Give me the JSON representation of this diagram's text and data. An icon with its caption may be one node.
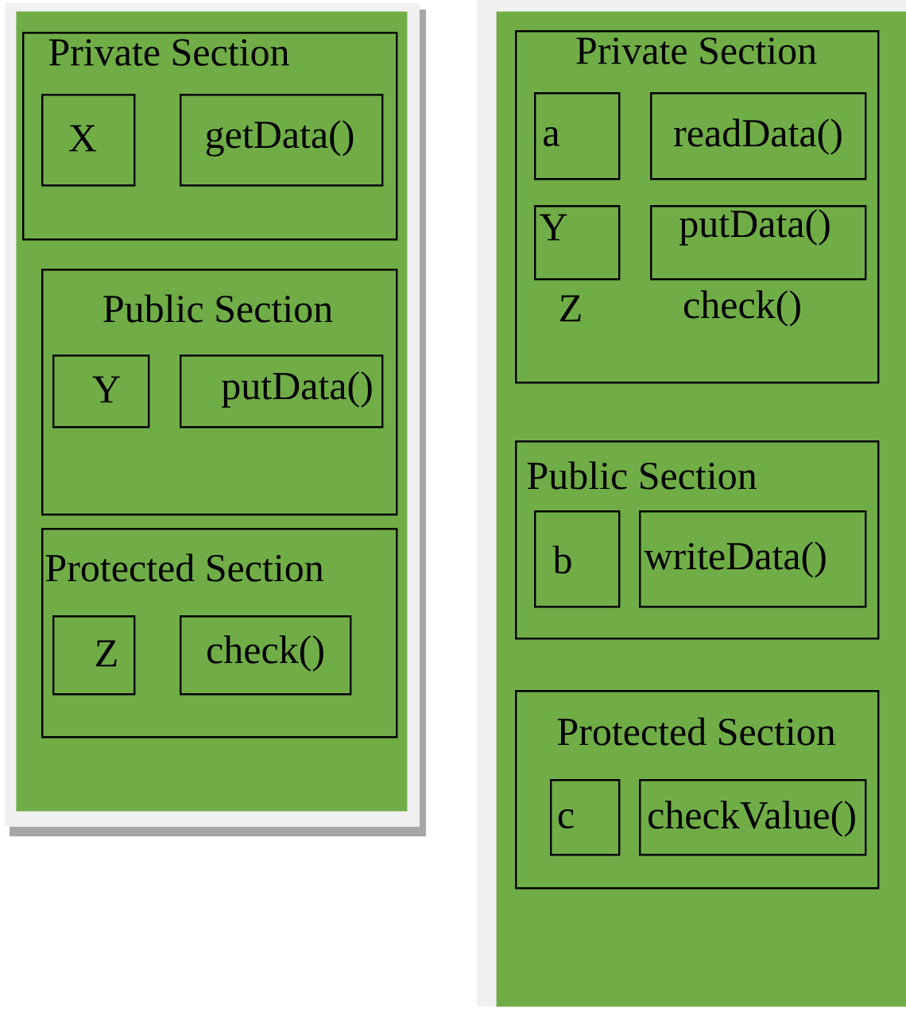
{
  "diagram": {
    "nodes": [
      {
        "text": [],
        "shape": "box"
      },
      {
        "text": [
          "Private Section"
        ],
        "in": 0
      },
      {
        "text": [
          "X"
        ],
        "in": 1
      },
      {
        "text": [
          "getData()"
        ],
        "in": 1
      },
      {
        "text": [
          "Public Section"
        ],
        "in": 0
      },
      {
        "text": [
          "Y"
        ],
        "in": 4
      },
      {
        "text": [
          "putData()"
        ],
        "in": 4
      },
      {
        "text": [
          "Protected Section"
        ],
        "in": 0
      },
      {
        "text": [
          "Z"
        ],
        "in": 7
      },
      {
        "text": [
          "check()"
        ],
        "in": 7
      },
      {
        "text": [],
        "shape": "box"
      },
      {
        "text": [
          "Private Section",
          "Z",
          "check()"
        ],
        "in": 10
      },
      {
        "text": [
          "a"
        ],
        "in": 11
      },
      {
        "text": [
          "readData()"
        ],
        "in": 11
      },
      {
        "text": [
          "Y"
        ],
        "in": 11
      },
      {
        "text": [
          "putData()"
        ],
        "in": 11
      },
      {
        "text": [
          "Public Section"
        ],
        "in": 10
      },
      {
        "text": [
          "b"
        ],
        "in": 16
      },
      {
        "text": [
          "writeData()"
        ],
        "in": 16
      },
      {
        "text": [
          "Protected Section"
        ],
        "in": 10
      },
      {
        "text": [
          "c"
        ],
        "in": 19
      },
      {
        "text": [
          "checkValue()"
        ],
        "in": 19
      }
    ]
  }
}
